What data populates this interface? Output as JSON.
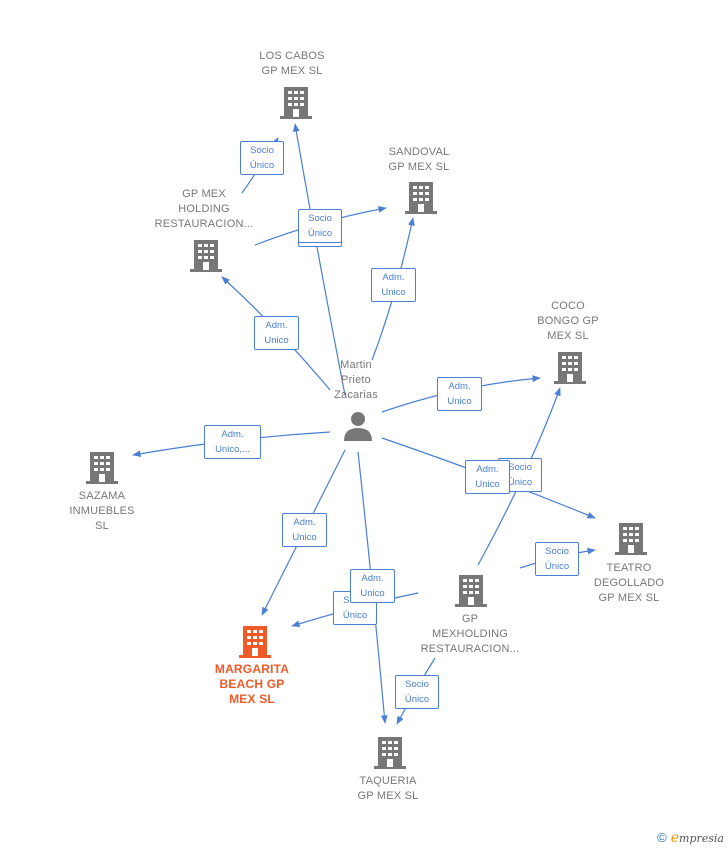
{
  "nodes": {
    "los_cabos": {
      "label": "LOS CABOS\nGP MEX  SL",
      "color": "#777777"
    },
    "sandoval": {
      "label": "SANDOVAL\nGP MEX  SL",
      "color": "#777777"
    },
    "gp_mex_holding": {
      "label": "GP MEX\nHOLDING\nRESTAURACION...",
      "color": "#777777"
    },
    "coco_bongo": {
      "label": "COCO\nBONGO GP\nMEX  SL",
      "color": "#777777"
    },
    "person": {
      "label": "Martin\nPrieto\nZacarias",
      "color": "#777777"
    },
    "sazama": {
      "label": "SAZAMA\nINMUEBLES\nSL",
      "color": "#777777"
    },
    "teatro": {
      "label": "TEATRO\nDEGOLLADO\nGP MEX  SL",
      "color": "#777777"
    },
    "gp_mexholding": {
      "label": "GP\nMEXHOLDING\nRESTAURACION...",
      "color": "#777777"
    },
    "margarita": {
      "label": "MARGARITA\nBEACH GP\nMEX  SL",
      "color": "#f05a28"
    },
    "taqueria": {
      "label": "TAQUERIA\nGP MEX  SL",
      "color": "#777777"
    }
  },
  "edge_labels": {
    "e1": "Socio\nÚnico",
    "e2": "Socio\nÚnico",
    "e3": "Único",
    "e4": "Adm.\nUnico",
    "e5": "Adm.\nUnico",
    "e6": "Adm.\nUnico",
    "e7": "Adm.\nUnico,...",
    "e8": "Socio\nÚnico",
    "e9": "Adm.\nUnico",
    "e10": "Socio\nÚnico",
    "e11": "Adm.\nUnico",
    "e12": "Socio\nÚnico",
    "e13": "Adm.\nUnico",
    "e14": "Socio\nÚnico"
  },
  "footer": {
    "copyright": "©",
    "brand_initial": "e",
    "brand_rest": "mpresia"
  },
  "colors": {
    "edge": "#4a7fd4",
    "building": "#777777",
    "highlight": "#f05a28"
  }
}
